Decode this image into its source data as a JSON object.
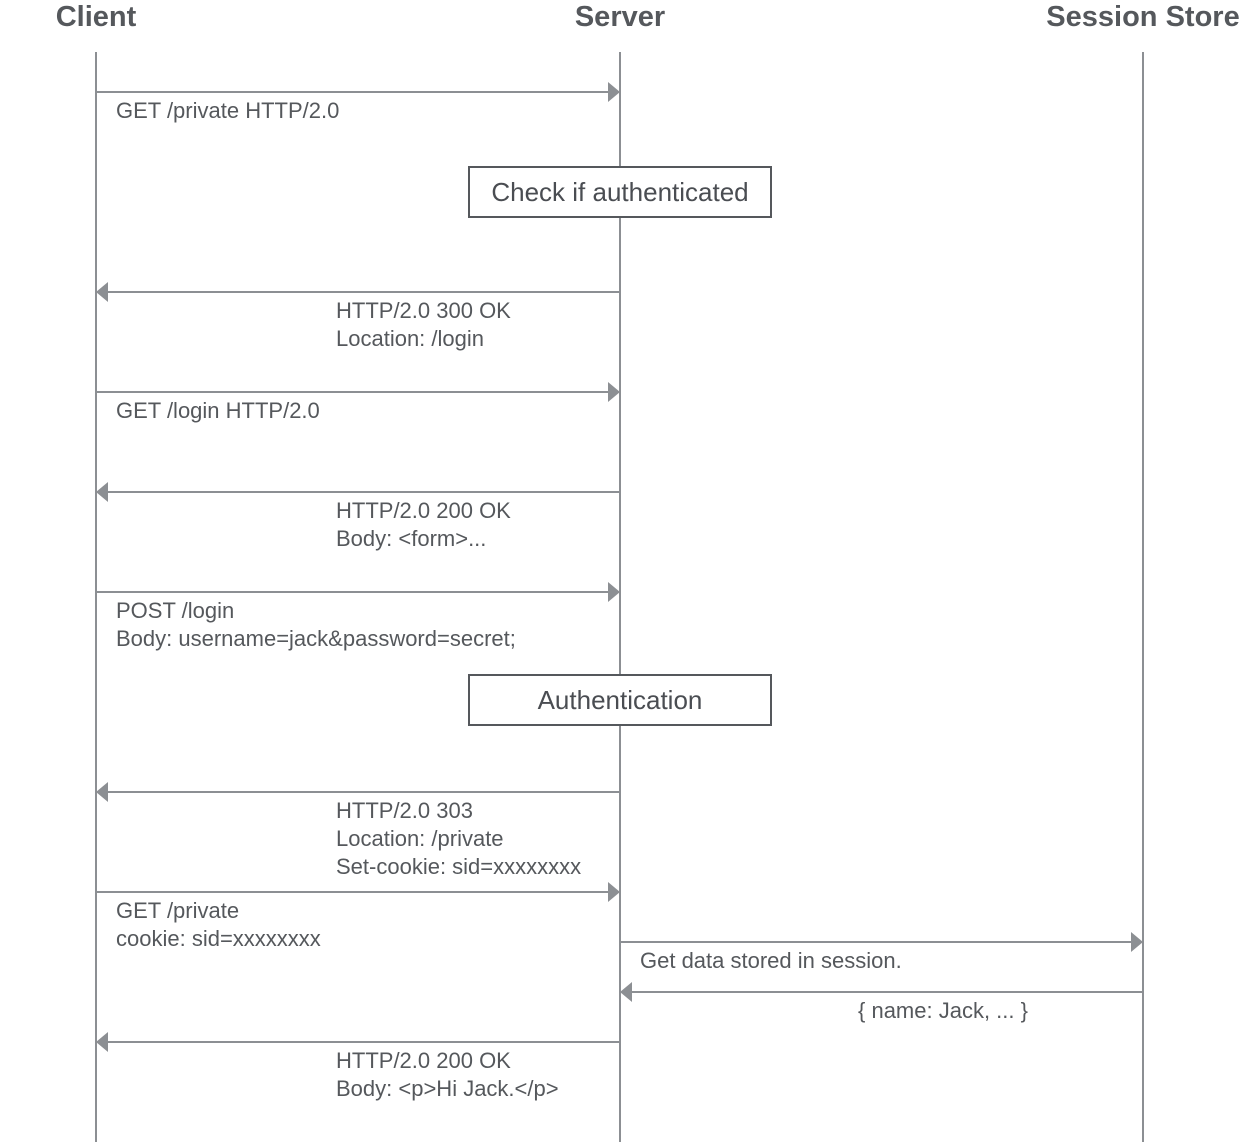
{
  "actors": [
    {
      "id": "client",
      "name": "Client"
    },
    {
      "id": "server",
      "name": "Server"
    },
    {
      "id": "session",
      "name": "Session Store"
    }
  ],
  "messages": [
    {
      "from": "client",
      "to": "server",
      "lines": [
        "GET /private HTTP/2.0"
      ]
    },
    {
      "from": "server",
      "to": "client",
      "lines": [
        "HTTP/2.0 300 OK",
        "Location: /login"
      ]
    },
    {
      "from": "client",
      "to": "server",
      "lines": [
        "GET /login HTTP/2.0"
      ]
    },
    {
      "from": "server",
      "to": "client",
      "lines": [
        "HTTP/2.0 200 OK",
        "Body: <form>..."
      ]
    },
    {
      "from": "client",
      "to": "server",
      "lines": [
        "POST /login",
        "Body: username=jack&password=secret;"
      ]
    },
    {
      "from": "server",
      "to": "client",
      "lines": [
        "HTTP/2.0 303",
        "Location: /private",
        "Set-cookie: sid=xxxxxxxx"
      ]
    },
    {
      "from": "client",
      "to": "server",
      "lines": [
        "GET /private",
        "cookie: sid=xxxxxxxx"
      ]
    },
    {
      "from": "server",
      "to": "session",
      "lines": [
        "Get data stored in session."
      ]
    },
    {
      "from": "session",
      "to": "server",
      "lines": [
        "{ name: Jack, ... }"
      ]
    },
    {
      "from": "server",
      "to": "client",
      "lines": [
        "HTTP/2.0 200 OK",
        "Body: <p>Hi Jack.</p>"
      ]
    }
  ],
  "notes": [
    {
      "on": "server",
      "text": "Check if authenticated"
    },
    {
      "on": "server",
      "text": "Authentication"
    }
  ],
  "colors": {
    "line": "#8c8f93",
    "text": "#55585c",
    "note_border": "#55585c"
  }
}
